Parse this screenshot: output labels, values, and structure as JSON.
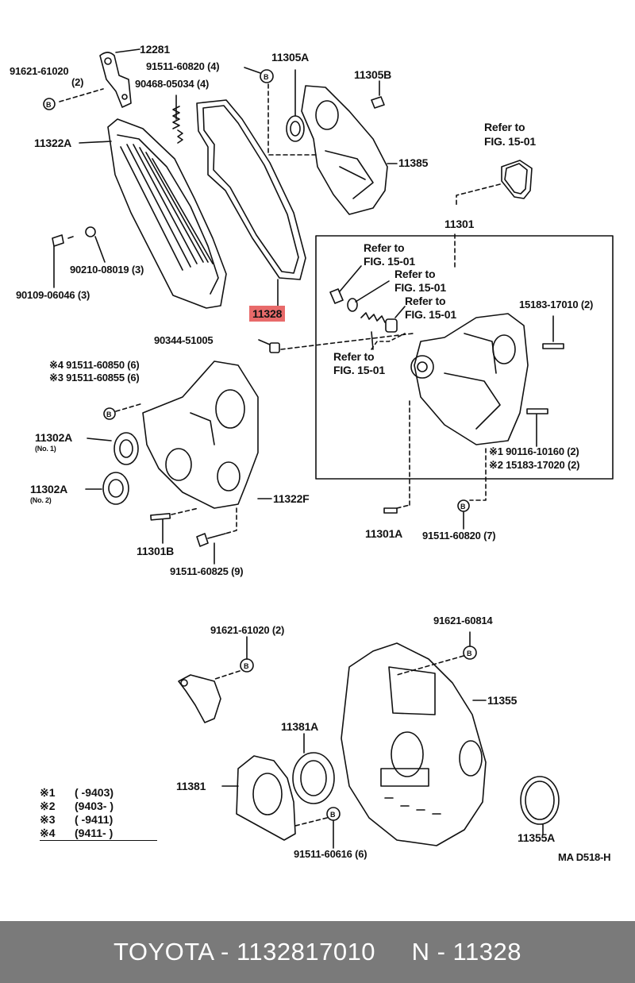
{
  "labels": {
    "l12281": "12281",
    "l91621a": "91621-61020",
    "l91621a_qty": "(2)",
    "l91511_820_4": "91511-60820 (4)",
    "l90468": "90468-05034 (4)",
    "l11305A": "11305A",
    "l11305B": "11305B",
    "l11322A": "11322A",
    "l11385": "11385",
    "refer1_a": "Refer to",
    "refer1_b": "FIG. 15-01",
    "l11301": "11301",
    "l90210": "90210-08019 (3)",
    "l90109": "90109-06046 (3)",
    "refer2_a": "Refer to",
    "refer2_b": "FIG. 15-01",
    "refer3_a": "Refer to",
    "refer3_b": "FIG. 15-01",
    "refer4_a": "Refer to",
    "refer4_b": "FIG. 15-01",
    "refer5_a": "Refer to",
    "refer5_b": "FIG. 15-01",
    "l11328": "11328",
    "l15183_010": "15183-17010 (2)",
    "l90344": "90344-51005",
    "l91511_850": "※4 91511-60850 (6)",
    "l91511_855": "※3 91511-60855 (6)",
    "l11302A_1": "11302A",
    "l11302A_1_sub": "(No. 1)",
    "l11302A_2": "11302A",
    "l11302A_2_sub": "(No. 2)",
    "l90116": "※1 90116-10160 (2)",
    "l15183_020": "※2 15183-17020 (2)",
    "l11322F": "11322F",
    "l11301A": "11301A",
    "l91511_820_7": "91511-60820 (7)",
    "l11301B": "11301B",
    "l91511_825": "91511-60825 (9)",
    "l91621b": "91621-61020 (2)",
    "l91621_814": "91621-60814",
    "l11355": "11355",
    "l11381A": "11381A",
    "l11381": "11381",
    "l91511_616": "91511-60616 (6)",
    "l11355A": "11355A",
    "code": "MA D518-H"
  },
  "notes": [
    {
      "mark": "※1",
      "range": "(      -9403)"
    },
    {
      "mark": "※2",
      "range": "(9403-      )"
    },
    {
      "mark": "※3",
      "range": "(      -9411)"
    },
    {
      "mark": "※4",
      "range": "(9411-      )"
    }
  ],
  "footer": {
    "text": "TOYOTA - 1132817010     N - 11328"
  },
  "colors": {
    "highlight": "#e86a6a",
    "footer_bg": "#7a7a7a"
  }
}
